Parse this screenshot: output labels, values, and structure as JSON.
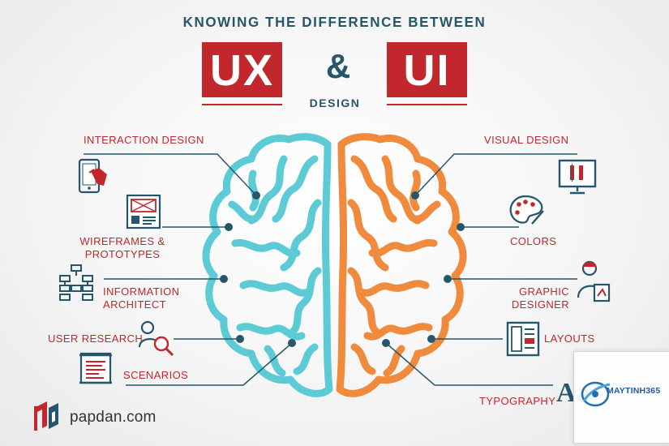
{
  "header": {
    "headline": "KNOWING THE DIFFERENCE BETWEEN",
    "left_box": "UX",
    "ampersand": "&",
    "right_box": "UI",
    "subtitle": "DESIGN"
  },
  "ux_side": {
    "interaction_design": "INTERACTION DESIGN",
    "wireframes_1": "WIREFRAMES &",
    "wireframes_2": "PROTOTYPES",
    "information_1": "INFORMATION",
    "information_2": "ARCHITECT",
    "user_research": "USER RESEARCH",
    "scenarios": "SCENARIOS"
  },
  "ui_side": {
    "visual_design": "VISUAL DESIGN",
    "colors": "COLORS",
    "graphic_1": "GRAPHIC",
    "graphic_2": "DESIGNER",
    "layouts": "LAYOUTS",
    "typography": "TYPOGRAPHY",
    "typography_glyph": "Aa"
  },
  "footer": {
    "brand": "papdan.com"
  },
  "watermark": {
    "brand": "MAYTINH365"
  },
  "colors": {
    "ux_brain": "#5ccbd6",
    "ui_brain": "#f08a3c",
    "accent_red": "#c1272d",
    "navy": "#26566a",
    "connector": "#26566a"
  }
}
